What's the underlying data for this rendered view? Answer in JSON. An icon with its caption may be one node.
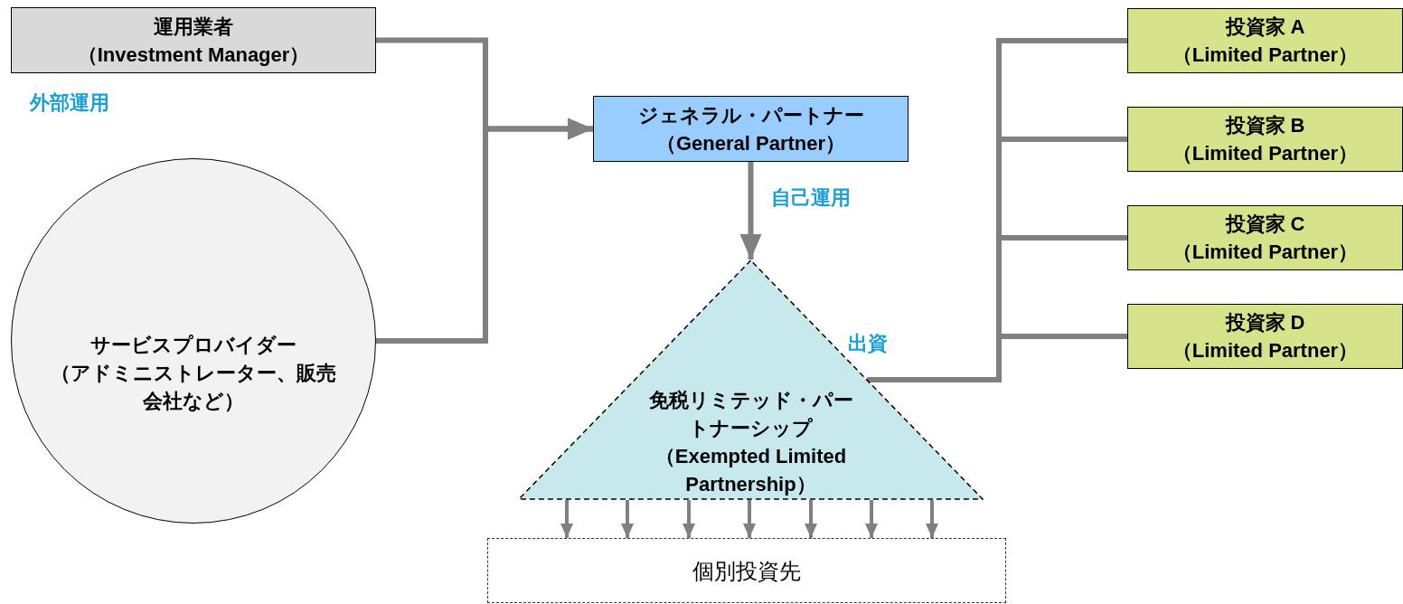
{
  "diagram": {
    "nodes": [
      {
        "text": [
          "運用業者",
          "（Investment Manager）"
        ]
      },
      {
        "text": [
          "サービスプロバイダー",
          "（アドミニストレーター、販売会社など）"
        ]
      },
      {
        "text": [
          "ジェネラル・パートナー",
          "（General Partner）"
        ]
      },
      {
        "text": [
          "免税リミテッド・パートナーシップ",
          "（Exempted Limited Partnership）"
        ]
      },
      {
        "text": [
          "投資家 A",
          "（Limited Partner）"
        ]
      },
      {
        "text": [
          "投資家 B",
          "（Limited Partner）"
        ]
      },
      {
        "text": [
          "投資家 C",
          "（Limited Partner）"
        ]
      },
      {
        "text": [
          "投資家 D",
          "（Limited Partner）"
        ]
      },
      {
        "text": [
          "個別投資先"
        ]
      }
    ],
    "edges": [
      {
        "from": 0,
        "to": 2,
        "arrow": "to"
      },
      {
        "from": 1,
        "to": 2,
        "arrow": "to"
      },
      {
        "from": 2,
        "to": 3,
        "arrow": "to",
        "label": "自己運用"
      },
      {
        "from": 4,
        "to": 3,
        "arrow": "none"
      },
      {
        "from": 5,
        "to": 3,
        "arrow": "none"
      },
      {
        "from": 6,
        "to": 3,
        "arrow": "none"
      },
      {
        "from": 7,
        "to": 3,
        "arrow": "none"
      },
      {
        "from": 3,
        "to": 8,
        "arrow": "to"
      },
      {
        "from": 3,
        "to": 8,
        "arrow": "to"
      },
      {
        "from": 3,
        "to": 8,
        "arrow": "to"
      },
      {
        "from": 3,
        "to": 8,
        "arrow": "to"
      },
      {
        "from": 3,
        "to": 8,
        "arrow": "to"
      },
      {
        "from": 3,
        "to": 8,
        "arrow": "to"
      },
      {
        "from": 3,
        "to": 8,
        "arrow": "to"
      }
    ],
    "labels": [
      "外部運用",
      "出資"
    ]
  }
}
